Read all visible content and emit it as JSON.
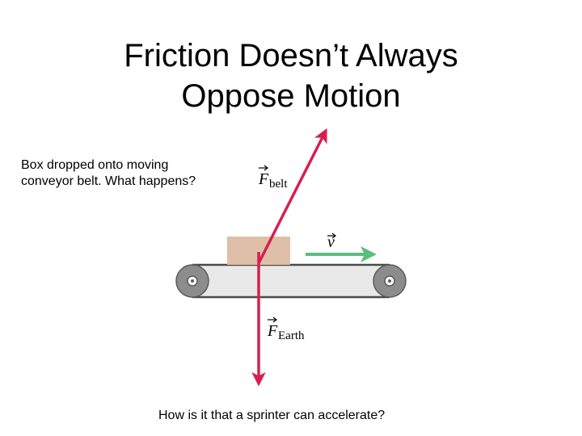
{
  "slide": {
    "title_line1": "Friction Doesn’t Always",
    "title_line2": "Oppose Motion",
    "intro_line1": "Box dropped onto moving",
    "intro_line2": "conveyor belt. What happens?",
    "question": "How is it that a sprinter can accelerate?"
  },
  "diagram": {
    "force_belt_symbol": "F",
    "force_belt_subscript": "belt",
    "force_earth_symbol": "F",
    "force_earth_subscript": "Earth",
    "velocity_symbol": "v",
    "colors": {
      "force": "#d6204f",
      "velocity": "#5bbd7e",
      "box": "#dfbfa7",
      "belt": "#e9e9e9",
      "belt_outline": "#4a4a4a",
      "roller": "#8c8c8c"
    }
  }
}
